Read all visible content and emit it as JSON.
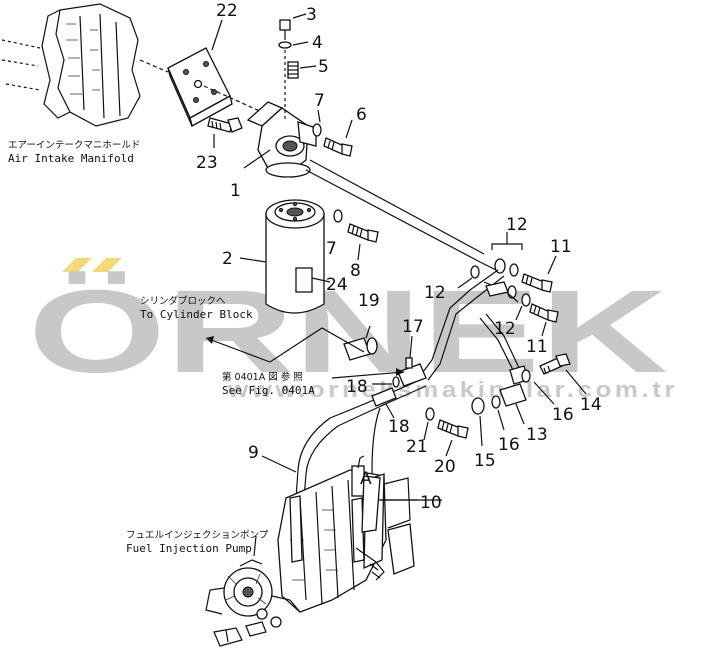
{
  "watermark": {
    "brand": "ÖRNEK",
    "url": "www.orneksmakinalar.com.tr",
    "accent_color": "#f3d97a",
    "text_color": "#c8c8c8"
  },
  "captions": {
    "air_intake_jp": "エアーインテークマニホールド",
    "air_intake_en": "Air Intake Manifold",
    "cylinder_block_jp": "シリンダブロックへ",
    "cylinder_block_en": "To Cylinder Block",
    "see_fig_jp": "第 0401A 図 参 照",
    "see_fig_en": "See Fig. 0401A",
    "fuel_pump_jp": "フュエルインジェクションポンプ",
    "fuel_pump_en": "Fuel Injection Pump"
  },
  "part_numbers": {
    "p1": "1",
    "p2": "2",
    "p3": "3",
    "p4": "4",
    "p5": "5",
    "p6": "6",
    "p7a": "7",
    "p7b": "7",
    "p8": "8",
    "p9": "9",
    "p10": "10",
    "p11a": "11",
    "p11b": "11",
    "p12a": "12",
    "p12b": "12",
    "p12c": "12",
    "p13": "13",
    "p14": "14",
    "p15": "15",
    "p16a": "16",
    "p16b": "16",
    "p17": "17",
    "p18a": "18",
    "p18b": "18",
    "p19": "19",
    "p20": "20",
    "p21": "21",
    "p22": "22",
    "p23": "23",
    "p24": "24"
  },
  "detail_label": "A"
}
